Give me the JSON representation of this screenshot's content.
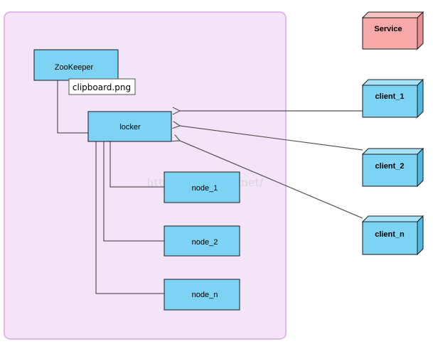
{
  "colors": {
    "group_fill": "#f3e4f7",
    "group_stroke": "#d9a6e6",
    "node_fill": "#7dd3f4",
    "node_stroke": "#1a1a1a",
    "service_fill": "#f7a8a8",
    "service_top": "#f8c4c4",
    "client_top": "#a9e3f8",
    "client_side": "#4fb9e0",
    "connector": "#333333",
    "arrow": "#555555"
  },
  "nodes": {
    "zookeeper": "ZooKeeper",
    "locker": "locker",
    "node_1": "node_1",
    "node_2": "node_2",
    "node_n": "node_n"
  },
  "tooltip": "clipboard.png",
  "service": "Service",
  "clients": {
    "client_1": "client_1",
    "client_2": "client_2",
    "client_n": "client_n"
  },
  "watermark": "http://blog.csdn.net/"
}
